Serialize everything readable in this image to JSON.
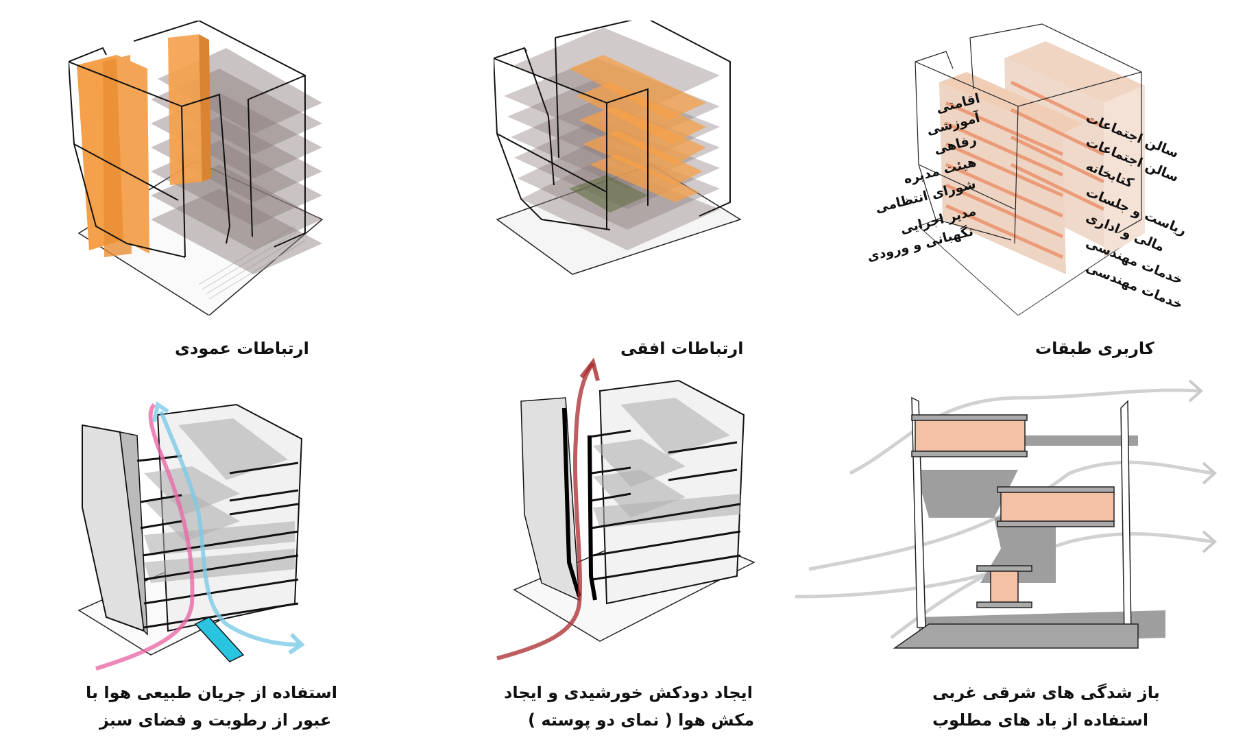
{
  "colors": {
    "orange_core": "#f5a04a",
    "floor_gray": "#9a8c8c",
    "floor_peach": "#f3c2a4",
    "air_blue": "#7ccbe6",
    "air_pink": "#e96aa8",
    "chimney_red": "#a8282c",
    "green_space": "#2ac3e0",
    "wind_gray": "#c9c9c9",
    "shadow_gray": "#9e9e9e",
    "outline": "#111111"
  },
  "top_row": [
    {
      "id": "vertical-circulation",
      "caption": "ارتباطات عمودی"
    },
    {
      "id": "horizontal-circulation",
      "caption": "ارتباطات افقی"
    },
    {
      "id": "floor-usage",
      "caption": "کاربری طبقات",
      "left_labels": [
        "اقامتی",
        "آموزشی",
        "رفاهی",
        "هیئت مدیره",
        "شورای انتظامی",
        "مدیر اجرایی",
        "نگهبانی و ورودی"
      ],
      "right_labels": [
        "سالن اجتماعات",
        "سالن اجتماعات",
        "کتابخانه",
        "ریاست و جلسات",
        "مالی و اداری",
        "خدمات مهندسی",
        "خدمات مهندسی"
      ]
    }
  ],
  "bottom_row": [
    {
      "id": "natural-airflow",
      "caption_line1": "استفاده از جریان طبیعی هوا با",
      "caption_line2": "عبور از رطوبت و فضای سبز"
    },
    {
      "id": "solar-chimney",
      "caption_line1": "ایجاد دودکش خورشیدی و ایجاد",
      "caption_line2": "مکش هوا ( نمای دو پوسته )"
    },
    {
      "id": "east-west-openings",
      "caption_line1": "باز شدگی های شرقی غربی",
      "caption_line2": "استفاده از باد های مطلوب"
    }
  ]
}
